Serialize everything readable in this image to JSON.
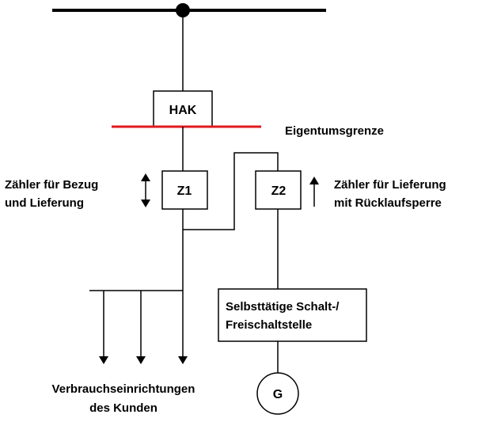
{
  "diagram": {
    "hak_label": "HAK",
    "property_boundary": "Eigentumsgrenze",
    "z1_label": "Z1",
    "z2_label": "Z2",
    "z1_desc_line1": "Zähler für Bezug",
    "z1_desc_line2": "und Lieferung",
    "z2_desc_line1": "Zähler für Lieferung",
    "z2_desc_line2": "mit Rücklaufsperre",
    "switch_line1": "Selbsttätige Schalt-/",
    "switch_line2": "Freischaltstelle",
    "generator_label": "G",
    "consumers_line1": "Verbrauchseinrichtungen",
    "consumers_line2": "des Kunden"
  },
  "colors": {
    "line": "#000000",
    "boundary": "#e0191e"
  }
}
